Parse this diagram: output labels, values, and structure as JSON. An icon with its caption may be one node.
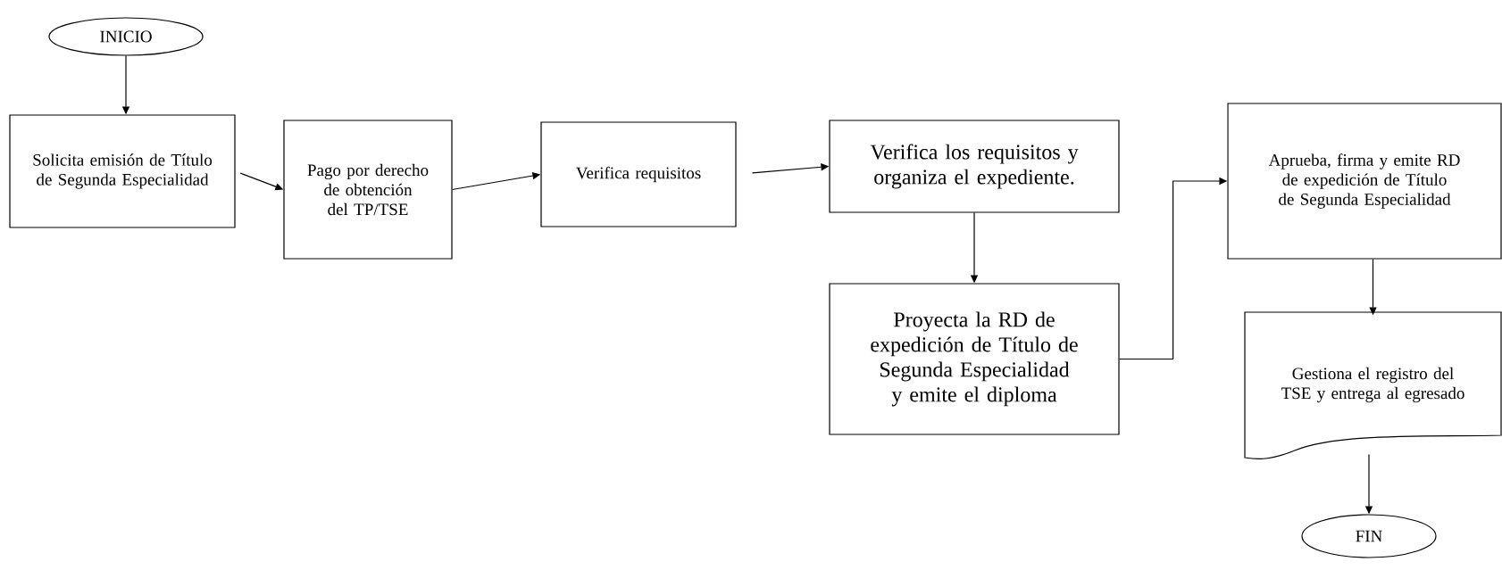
{
  "diagram": {
    "nodes": [
      {
        "text": [
          "INICIO"
        ]
      },
      {
        "text": [
          "Solicita emisión de Título de Segunda Especialidad"
        ]
      },
      {
        "text": [
          "Pago por derecho de obtención del TP/TSE"
        ]
      },
      {
        "text": [
          "Verifica requisitos"
        ]
      },
      {
        "text": [
          "Verifica los requisitos y organiza el expediente."
        ]
      },
      {
        "text": [
          "Proyecta la RD de expedición de Título de Segunda Especialidad y emite el diploma"
        ]
      },
      {
        "text": [
          "Aprueba, firma y emite RD de expedición de Título de Segunda Especialidad"
        ]
      },
      {
        "text": [
          "Gestiona el registro del TSE y entrega al egresado"
        ]
      },
      {
        "text": [
          "FIN"
        ]
      }
    ],
    "edges": [
      {
        "from": 0,
        "to": 1,
        "arrow": "to"
      },
      {
        "from": 1,
        "to": 2,
        "arrow": "to"
      },
      {
        "from": 2,
        "to": 3,
        "arrow": "to"
      },
      {
        "from": 3,
        "to": 4,
        "arrow": "to"
      },
      {
        "from": 4,
        "to": 5,
        "arrow": "to"
      },
      {
        "from": 5,
        "to": 6,
        "arrow": "to"
      },
      {
        "from": 6,
        "to": 7,
        "arrow": "to"
      },
      {
        "from": 7,
        "to": 8,
        "arrow": "to"
      }
    ]
  }
}
